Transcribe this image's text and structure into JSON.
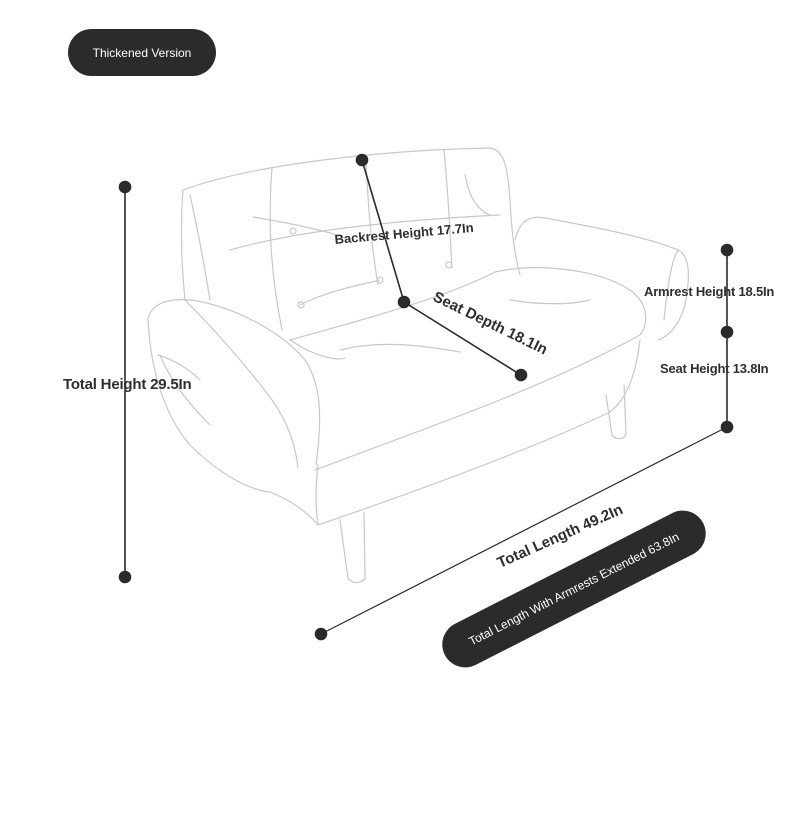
{
  "badge": {
    "label": "Thickened Version",
    "color": "#2b2b2b"
  },
  "dimensions": {
    "total_height": "Total Height 29.5In",
    "backrest_height": "Backrest Height 17.7In",
    "seat_depth": "Seat Depth 18.1In",
    "armrest_height": "Armrest Height 18.5In",
    "seat_height": "Seat Height 13.8In",
    "total_length": "Total Length 49.2In"
  },
  "extended_badge": {
    "label": "Total Length With Armrests Extended 63.8In",
    "color": "#2b2b2b"
  },
  "colors": {
    "line": "#2b2b2b",
    "sofa_outline": "#c8c8c8"
  },
  "icons": {
    "product": "loveseat-sofa-icon"
  }
}
